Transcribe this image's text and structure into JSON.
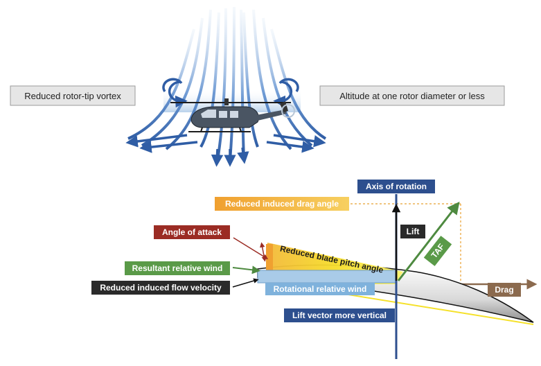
{
  "labels": {
    "reduced_rotor_tip_vortex": "Reduced rotor-tip vortex",
    "altitude_rotor_diameter": "Altitude at one rotor diameter or less",
    "axis_of_rotation": "Axis of rotation",
    "reduced_induced_drag_angle": "Reduced induced drag angle",
    "angle_of_attack": "Angle of attack",
    "lift": "Lift",
    "taf": "TAF",
    "reduced_blade_pitch_angle": "Reduced blade pitch angle",
    "resultant_relative_wind": "Resultant relative wind",
    "reduced_induced_flow_velocity": "Reduced induced flow velocity",
    "rotational_relative_wind": "Rotational relative wind",
    "drag": "Drag",
    "lift_vector_more_vertical": "Lift vector more vertical"
  },
  "colors": {
    "axis_blue": "#2d4f8e",
    "orange": "#f0a830",
    "dark_red": "#9b2c24",
    "green": "#5a9a48",
    "black_label": "#2a2a2a",
    "light_blue": "#7fb2dc",
    "brown_drag": "#8b6a4e",
    "yellow": "#f5e12a",
    "flow_blue": "#3e6fb3"
  },
  "icons": {
    "helicopter": "helicopter-icon",
    "airflow": "downwash-flow-arrows"
  }
}
